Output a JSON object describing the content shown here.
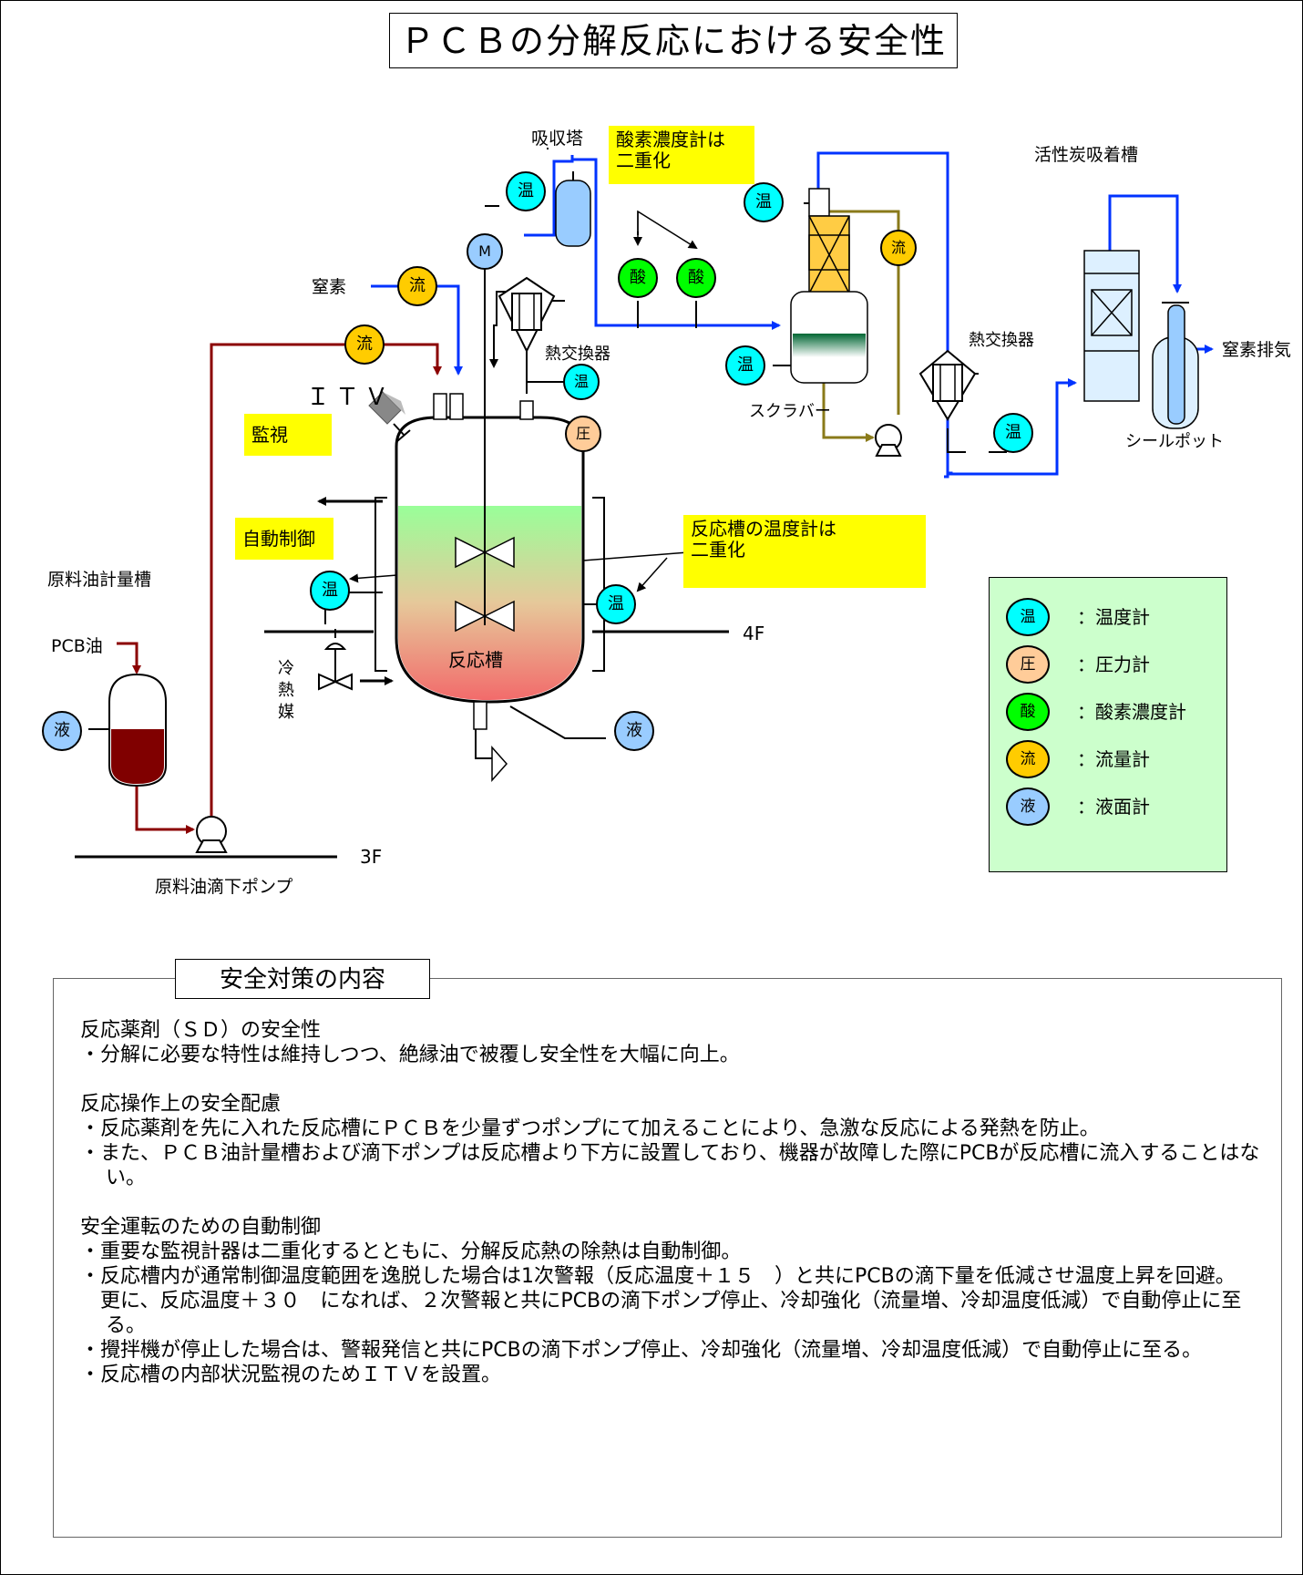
{
  "title": "ＰＣＢの分解反応における安全性",
  "instruments": {
    "temp": "温",
    "pressure": "圧",
    "oxygen": "酸",
    "flow": "流",
    "level": "液",
    "motor": "M"
  },
  "labels": {
    "absorption_tower": "吸収塔",
    "activated_carbon": "活性炭吸着槽",
    "nitrogen": "窒素",
    "heat_exchanger_1": "熱交換器",
    "heat_exchanger_2": "熱交換器",
    "itv": "ＩＴＶ",
    "scrubber": "スクラバー",
    "seal_pot": "シールポット",
    "nitrogen_exhaust": "窒素排気",
    "feed_tank": "原料油計量槽",
    "pcb_oil": "PCB油",
    "reactor": "反応槽",
    "coolant_1": "冷",
    "coolant_2": "熱",
    "coolant_3": "媒",
    "floor_4f": "4F",
    "floor_3f": "3F",
    "feed_pump": "原料油滴下ポンプ"
  },
  "callouts": {
    "oxygen_dual_1": "酸素濃度計は",
    "oxygen_dual_2": "二重化",
    "monitor": "監視",
    "auto_control": "自動制御",
    "reactor_temp_dual_1": "反応槽の温度計は",
    "reactor_temp_dual_2": "二重化"
  },
  "legend": [
    {
      "symbol": "温",
      "text": "：温度計",
      "color": "#00ffff"
    },
    {
      "symbol": "圧",
      "text": "：圧力計",
      "color": "#ffcc99"
    },
    {
      "symbol": "酸",
      "text": "：酸素濃度計",
      "color": "#00ff00"
    },
    {
      "symbol": "流",
      "text": "：流量計",
      "color": "#ffcc00"
    },
    {
      "symbol": "液",
      "text": "：液面計",
      "color": "#99ccff"
    }
  ],
  "safety": {
    "heading": "安全対策の内容",
    "sections": [
      {
        "title": "反応薬剤（ＳＤ）の安全性",
        "items": [
          "・分解に必要な特性は維持しつつ、絶縁油で被覆し安全性を大幅に向上。"
        ]
      },
      {
        "title": "反応操作上の安全配慮",
        "items": [
          "・反応薬剤を先に入れた反応槽にＰＣＢを少量ずつポンプにて加えることにより、急激な反応による発熱を防止。",
          "・また、ＰＣＢ油計量槽および滴下ポンプは反応槽より下方に設置しており、機器が故障した際にPCBが反応槽に流入することはない。"
        ]
      },
      {
        "title": "安全運転のための自動制御",
        "items": [
          "・重要な監視計器は二重化するとともに、分解反応熱の除熱は自動制御。",
          "・反応槽内が通常制御温度範囲を逸脱した場合は1次警報（反応温度＋１５　）と共にPCBの滴下量を低減させ温度上昇を回避。",
          "　更に、反応温度＋３０　になれば、２次警報と共にPCBの滴下ポンプ停止、冷却強化（流量増、冷却温度低減）で自動停止に至る。",
          "・攪拌機が停止した場合は、警報発信と共にPCBの滴下ポンプ停止、冷却強化（流量増、冷却温度低減）で自動停止に至る。",
          "・反応槽の内部状況監視のためＩＴＶを設置。"
        ]
      }
    ]
  }
}
